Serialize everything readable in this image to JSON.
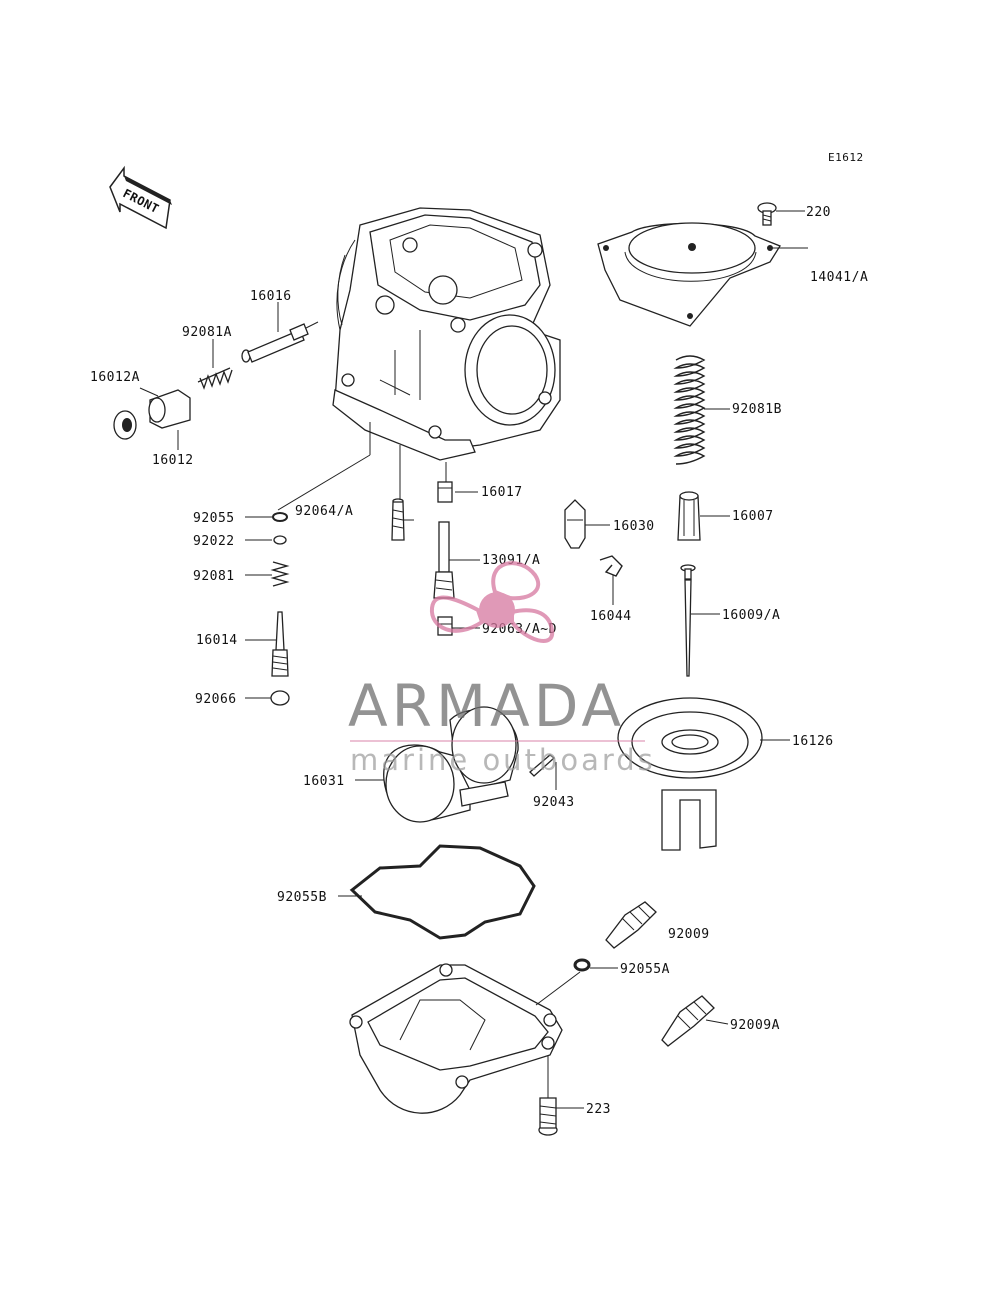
{
  "diagram": {
    "diagram_code": "E1612",
    "front_label": "FRONT",
    "part_labels": {
      "p220": "220",
      "p14041A": "14041/A",
      "p92081B": "92081B",
      "p16016": "16016",
      "p92081A": "92081A",
      "p16012A": "16012A",
      "p16012": "16012",
      "p92055": "92055",
      "p92064A": "92064/A",
      "p16017": "16017",
      "p16007": "16007",
      "p16030": "16030",
      "p92022": "92022",
      "p13091A": "13091/A",
      "p92081": "92081",
      "p16044": "16044",
      "p16009A": "16009/A",
      "p92063AD": "92063/A~D",
      "p16014": "16014",
      "p92066": "92066",
      "p16126": "16126",
      "p16031": "16031",
      "p92043": "92043",
      "p92055B": "92055B",
      "p92009": "92009",
      "p92055A": "92055A",
      "p92009A": "92009A",
      "p223": "223"
    }
  },
  "watermark": {
    "brand": "ARMADA",
    "tagline": "marine outboards",
    "logo_color": "#d6779f"
  }
}
